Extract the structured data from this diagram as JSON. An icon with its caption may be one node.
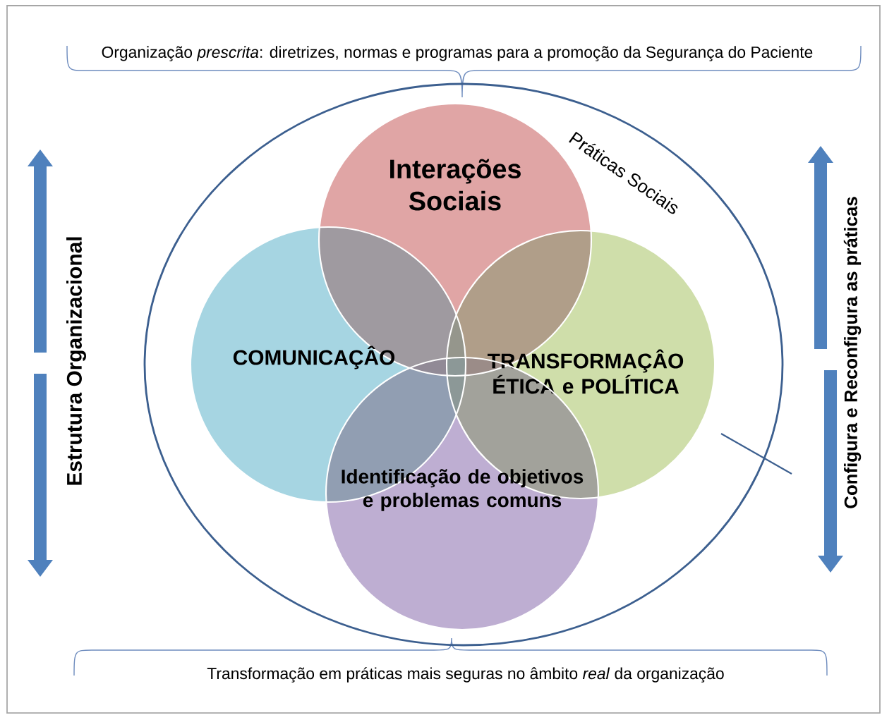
{
  "diagram": {
    "nodes": [
      {
        "text": [
          "Práticas Sociais"
        ]
      },
      {
        "text": [
          "Interações Sociais"
        ],
        "in": 0
      },
      {
        "text": [
          "COMUNICAÇÂO"
        ],
        "in": 0
      },
      {
        "text": [
          "TRANSFORMAÇÂO ÉTICA e POLÍTICA"
        ],
        "in": 0
      },
      {
        "text": [
          "Identificação de objetivos e problemas comuns"
        ],
        "in": 0
      }
    ],
    "labels": [
      "Organização *prescrita*: diretrizes, normas e programas para a promoção da Segurança do Paciente",
      "Estrutura Organizacional",
      "Configura e Reconfigura as práticas",
      "Transformação em práticas mais seguras no âmbito *real* da organização"
    ]
  }
}
